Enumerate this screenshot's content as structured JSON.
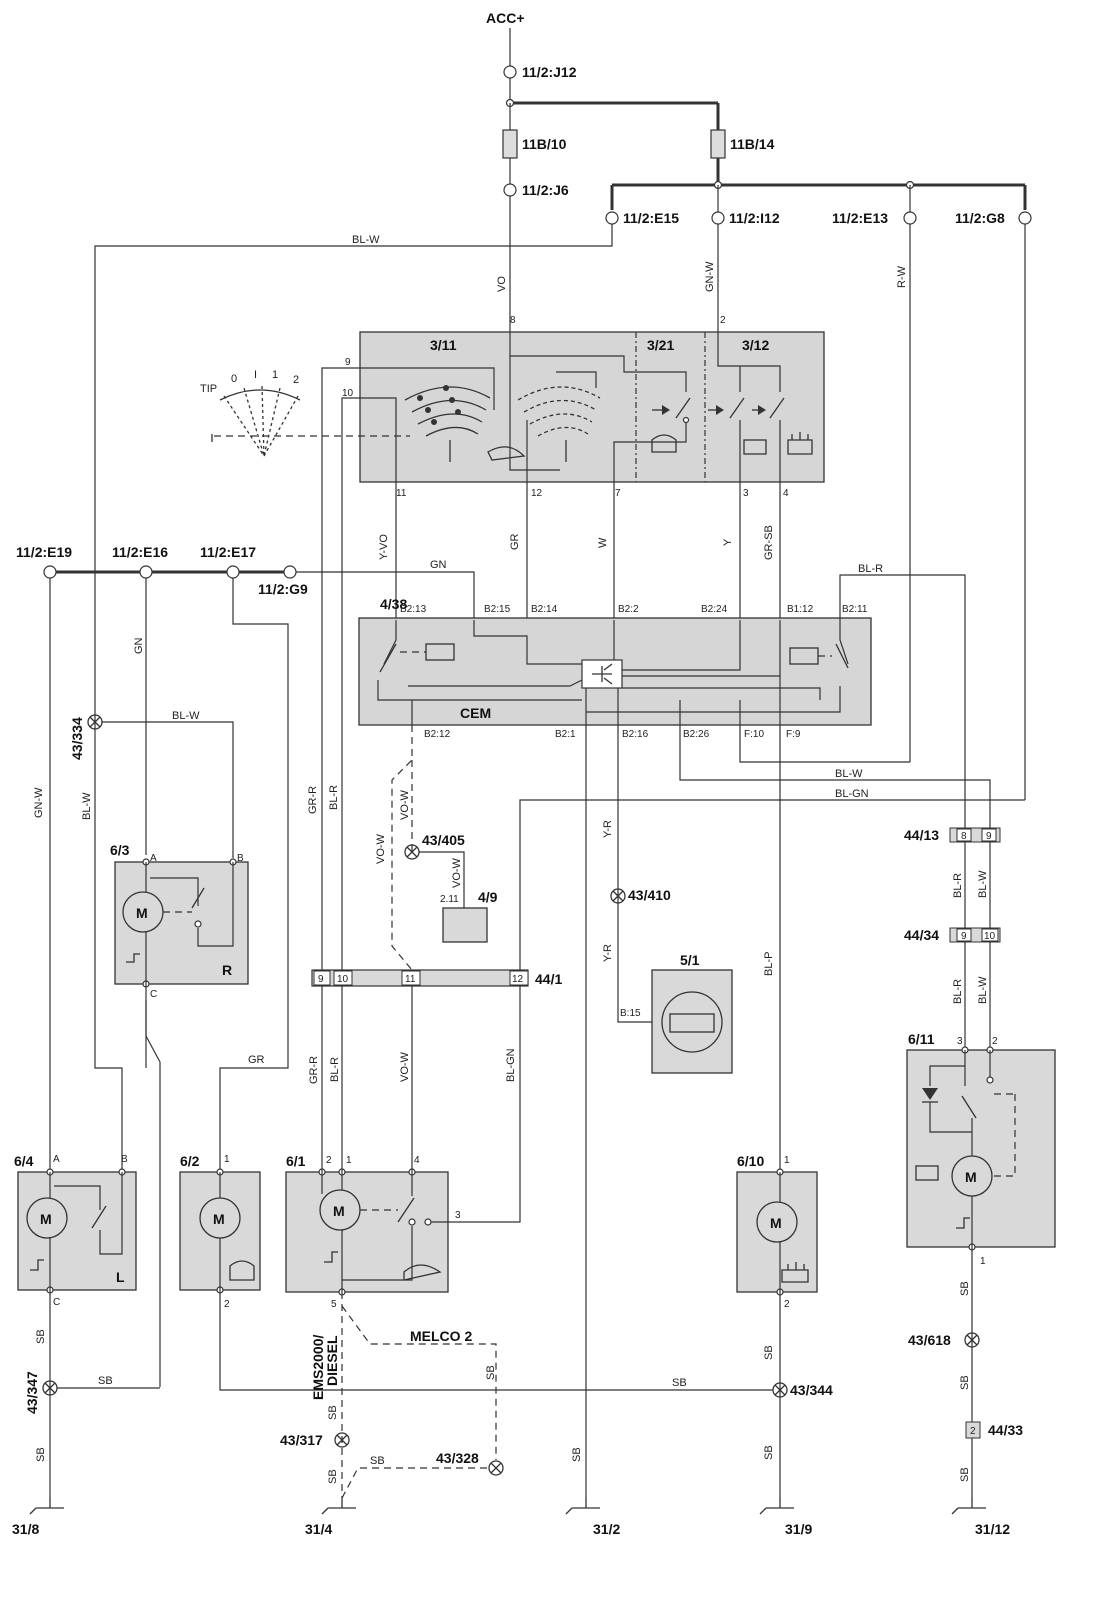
{
  "supply": {
    "label": "ACC+"
  },
  "connectors": {
    "j12": "11/2:J12",
    "j6": "11/2:J6",
    "e15": "11/2:E15",
    "i12": "11/2:I12",
    "e13": "11/2:E13",
    "g8": "11/2:G8",
    "e19": "11/2:E19",
    "e16": "11/2:E16",
    "e17": "11/2:E17",
    "g9": "11/2:G9"
  },
  "fuses": {
    "f1": "11B/10",
    "f2": "11B/14"
  },
  "components": {
    "c311": "3/11",
    "c321": "3/21",
    "c312": "3/12",
    "c438": "4/38",
    "cem": "CEM",
    "c63": "6/3",
    "c63_side": "R",
    "c64": "6/4",
    "c64_side": "L",
    "c62": "6/2",
    "c61": "6/1",
    "c610": "6/10",
    "c611": "6/11",
    "c51": "5/1",
    "c49": "4/9",
    "c441": "44/1",
    "c4413": "44/13",
    "c4434": "44/34",
    "c4433": "44/33"
  },
  "switch_positions": {
    "tip": "TIP",
    "p0": "0",
    "pI": "I",
    "p1": "1",
    "p2": "2"
  },
  "grounds": {
    "g334": "43/334",
    "g405": "43/405",
    "g410": "43/410",
    "g347": "43/347",
    "g344": "43/344",
    "g317": "43/317",
    "g328": "43/328",
    "g618": "43/618"
  },
  "earth_points": {
    "e1": "31/8",
    "e2": "31/4",
    "e3": "31/2",
    "e4": "31/9",
    "e5": "31/12"
  },
  "variants": {
    "ems": "EMS2000/",
    "diesel": "DIESEL",
    "melco": "MELCO 2"
  },
  "wire_colors": {
    "blw": "BL-W",
    "vo": "VO",
    "gnw": "GN-W",
    "rw": "R-W",
    "yvo": "Y-VO",
    "gr": "GR",
    "w": "W",
    "y": "Y",
    "grsb": "GR-SB",
    "gn": "GN",
    "blr": "BL-R",
    "grr": "GR-R",
    "vow": "VO-W",
    "yr": "Y-R",
    "blp": "BL-P",
    "blgn": "BL-GN",
    "sb": "SB"
  },
  "pins": {
    "p8": "8",
    "p2": "2",
    "p9": "9",
    "p10": "10",
    "p11": "11",
    "p12": "12",
    "p7": "7",
    "p3": "3",
    "p4": "4",
    "p1": "1",
    "p5": "5",
    "b213": "B2:13",
    "b215": "B2:15",
    "b214": "B2:14",
    "b22": "B2:2",
    "b224": "B2:24",
    "b112": "B1:12",
    "b211": "B2:11",
    "b212": "B2:12",
    "b21": "B2:1",
    "b216": "B2:16",
    "b226": "B2:26",
    "f10": "F:10",
    "f9": "F:9",
    "b15": "B:15",
    "p211": "2.11",
    "pa": "A",
    "pb": "B",
    "pc": "C"
  }
}
